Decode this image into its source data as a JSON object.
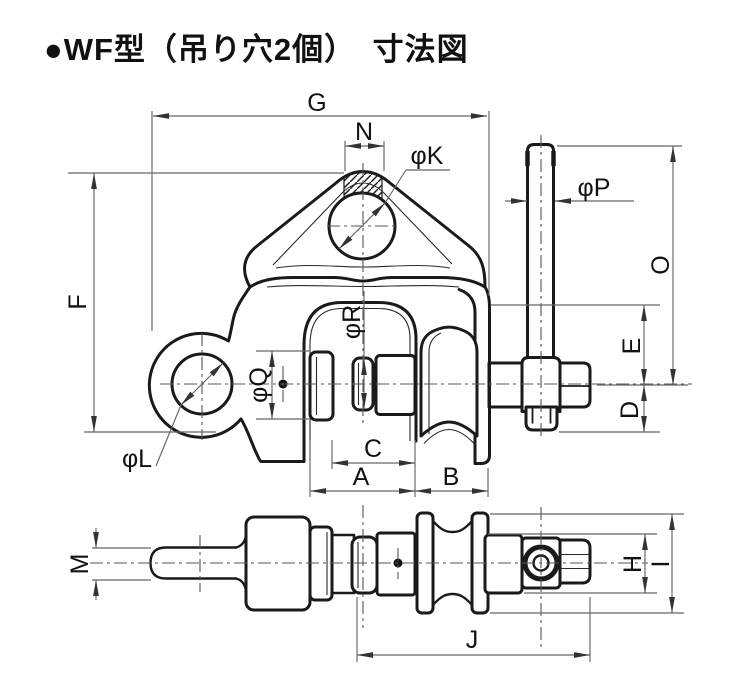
{
  "title": "●WF型（吊り穴2個）　寸法図",
  "dims": {
    "G": "G",
    "N": "N",
    "phiK": "φK",
    "phiP": "φP",
    "F": "F",
    "O": "O",
    "E": "E",
    "D": "D",
    "phiQ": "φQ",
    "phiR": "φR",
    "phiL": "φL",
    "C": "C",
    "A": "A",
    "B": "B",
    "M": "M",
    "H": "H",
    "I": "I",
    "J": "J"
  }
}
